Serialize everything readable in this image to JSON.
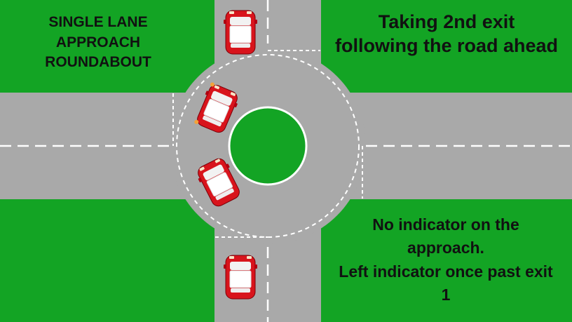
{
  "title": {
    "line1": "SINGLE LANE",
    "line2": "APPROACH",
    "line3": "ROUNDABOUT"
  },
  "heading": {
    "line1": "Taking 2nd exit",
    "line2": "following the road ahead"
  },
  "note": {
    "line1": "No indicator on the",
    "line2": "approach.",
    "line3": "Left indicator once past exit",
    "line4": "1"
  },
  "colors": {
    "grass": "#13a424",
    "road": "#a9a9a9",
    "marking": "#ffffff",
    "car_body": "#d8141c",
    "car_glass": "#f2f2f2",
    "indicator": "#f3a23a"
  },
  "icons": [
    "car-icon",
    "roundabout-island"
  ]
}
